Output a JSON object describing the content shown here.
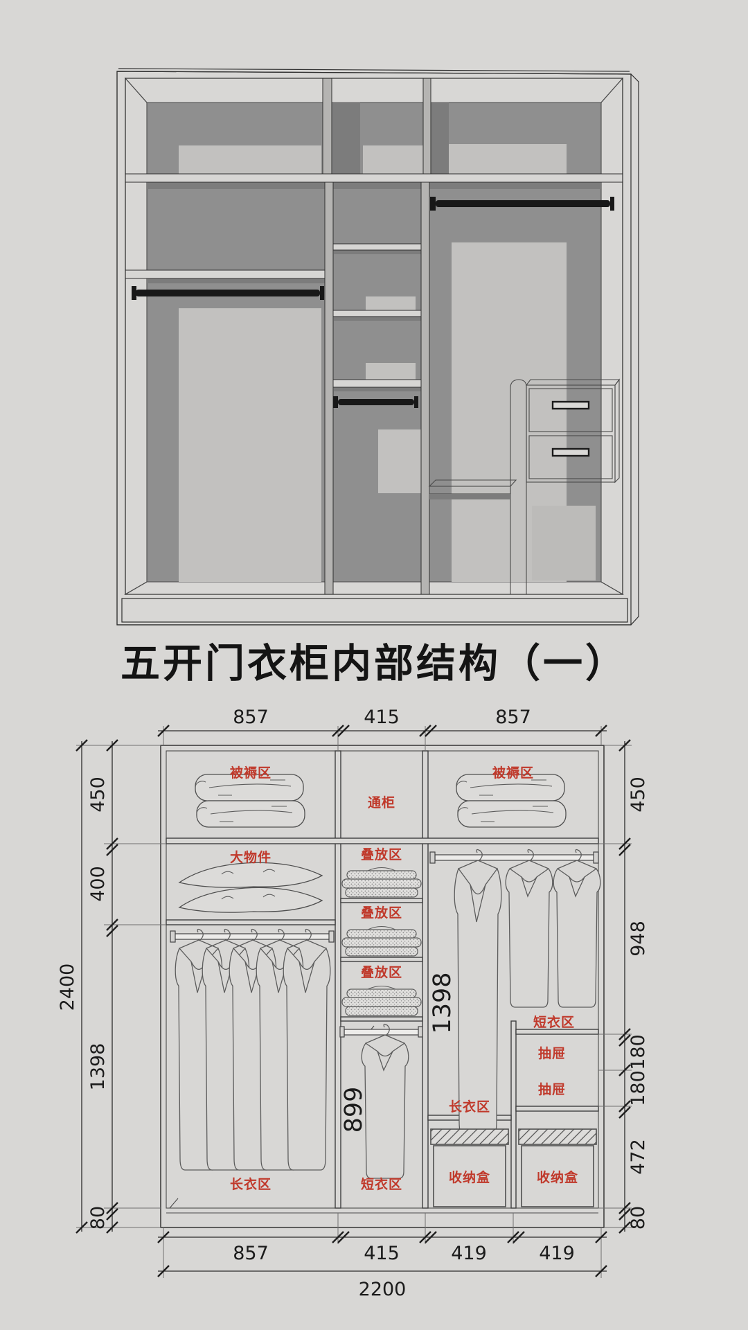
{
  "title": "五开门衣柜内部结构（一）",
  "colors": {
    "background": "#d8d7d5",
    "label_red": "#c0392b",
    "line_dark": "#3f3f3f",
    "rod_black": "#181818"
  },
  "dims": {
    "top": [
      "857",
      "415",
      "857"
    ],
    "bottom": [
      "857",
      "415",
      "419",
      "419"
    ],
    "overall_width": "2200",
    "overall_height": "2400",
    "left": [
      "450",
      "400",
      "1398",
      "80"
    ],
    "right": [
      "450",
      "948",
      "180",
      "180",
      "472",
      "80"
    ],
    "inner_long": "1398",
    "inner_short": "899"
  },
  "zones": {
    "bedding_left": "被褥区",
    "through_cabinet": "通柜",
    "bedding_right": "被褥区",
    "large_items": "大物件",
    "stack_1": "叠放区",
    "stack_2": "叠放区",
    "stack_3": "叠放区",
    "short_clothes_right": "短衣区",
    "drawer_1": "抽屉",
    "drawer_2": "抽屉",
    "long_clothes_right": "长衣区",
    "storage_box_1": "收纳盒",
    "storage_box_2": "收纳盒",
    "long_clothes_left": "长衣区",
    "short_clothes_mid": "短衣区"
  }
}
